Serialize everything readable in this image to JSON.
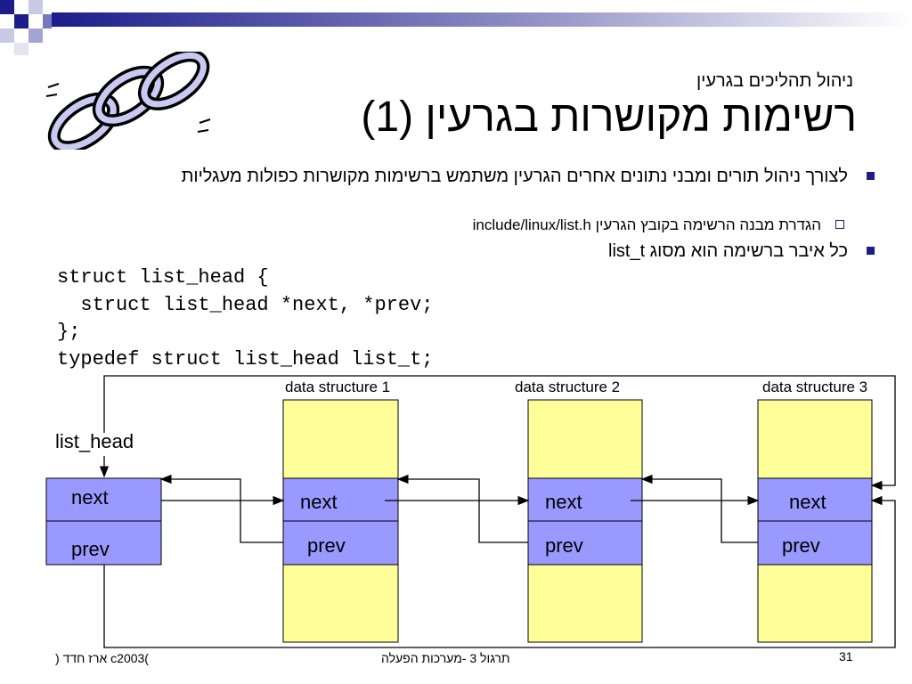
{
  "header": {
    "subtitle": "ניהול תהליכים בגרעין",
    "title": "רשימות מקושרות בגרעין (1)"
  },
  "bullets": [
    {
      "level": 1,
      "text": "לצורך ניהול תורים ומבני נתונים אחרים הגרעין משתמש ברשימות מקושרות כפולות מעגליות"
    },
    {
      "level": 2,
      "text": "הגדרת מבנה הרשימה בקובץ הגרעין include/linux/list.h"
    },
    {
      "level": 1,
      "text": "כל איבר ברשימה הוא מסוג list_t"
    }
  ],
  "code": [
    "struct list_head {",
    "  struct list_head *next, *prev;",
    "};",
    "typedef struct list_head list_t;"
  ],
  "diagram": {
    "head_label": "list_head",
    "structures": [
      {
        "label": "data structure 1",
        "next": "next",
        "prev": "prev"
      },
      {
        "label": "data structure 2",
        "next": "next",
        "prev": "prev"
      },
      {
        "label": "data structure 3",
        "next": "next",
        "prev": "prev"
      }
    ],
    "head_next": "next",
    "head_prev": "prev",
    "colors": {
      "node": "#9999ff",
      "data": "#ffff99",
      "accent": "#1c1c8c"
    }
  },
  "footer": {
    "left": ") ארז חדד c2003(",
    "center": "תרגול 3  -מערכות הפעלה",
    "page": "31"
  }
}
